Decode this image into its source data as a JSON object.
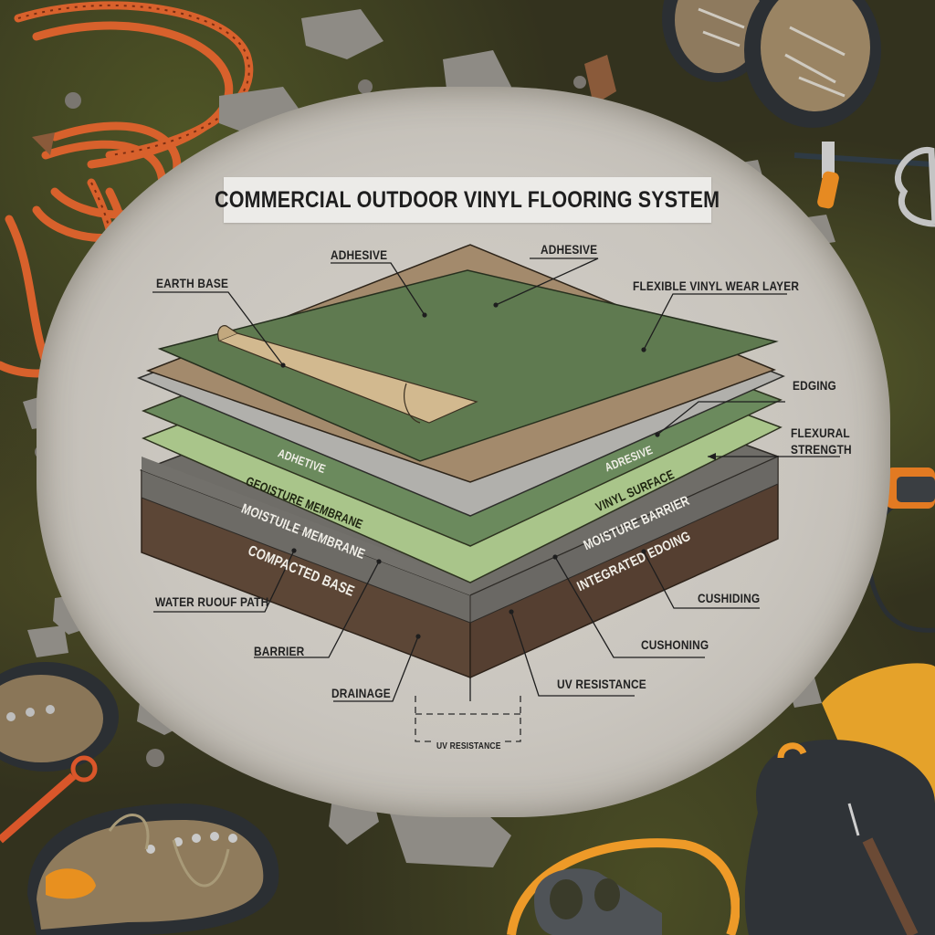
{
  "title": "COMMERCIAL OUTDOOR VINYL FLOORING SYSTEM",
  "colors": {
    "top_green": "#5f7a50",
    "tan_layer": "#a38a6c",
    "gray_layer": "#b1b0ac",
    "mid_green": "#6b8a5d",
    "light_green": "#a9c58a",
    "slab_gray": "#6f6d68",
    "brown_base": "#5c4636",
    "peel_tan": "#d2b98f",
    "ink": "#222222"
  },
  "layer_labels": {
    "adhetive": "ADHETIVE",
    "adresive": "ADRESIVE",
    "geoisture_membrane": "GEOISTURE MEMBRANE",
    "vinyl_surface": "VINYL SURFACE",
    "moistuile_membrane": "MOISTUILE MEMBRANE",
    "moisture_barrier": "MOISTURE BARRIER",
    "compacted_base": "COMPACTED BASE",
    "integrated_edging": "INTEGRATED EDOING"
  },
  "callouts": {
    "adhesive_left": "ADHESIVE",
    "adhesive_right": "ADHESIVE",
    "earth_base": "EARTH BASE",
    "flexible_vinyl_wear_layer": "FLEXIBLE VINYL WEAR LAYER",
    "edging": "EDGING",
    "flexural_strength_1": "FLEXURAL",
    "flexural_strength_2": "STRENGTH",
    "water_runoff_path": "WATER RUOUF PATH",
    "barrier": "BARRIER",
    "drainage": "DRAINAGE",
    "cushiding": "CUSHIDING",
    "cushoning": "CUSHONING",
    "uv_resistance": "UV RESISTANCE",
    "uv_resistance_dim": "UV RESISTANCE"
  },
  "props": [
    "climbing-rope",
    "hiking-boots-top",
    "ice-axe",
    "carabiner",
    "hiking-boot-left",
    "hiking-boot-bottom",
    "belay-device",
    "backpack"
  ]
}
